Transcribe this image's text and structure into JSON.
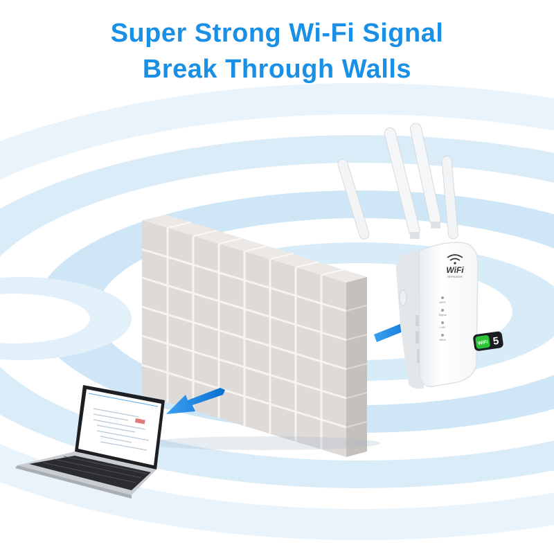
{
  "headline": {
    "line1": "Super Strong Wi-Fi Signal",
    "line2": "Break Through Walls"
  },
  "device": {
    "logo_text": "WiFi",
    "logo_subtext": "REPEATER",
    "badge_text": "WiFi",
    "badge_number": "5",
    "indicator_labels": [
      "WPS",
      "Signal",
      "LAN",
      "WAN"
    ]
  },
  "colors": {
    "headline": "#1a8fe6",
    "signal_ring": "#cfe6f7",
    "arrow": "#1f86e0",
    "wall_brick": "#d9d5d2",
    "wall_mortar": "#f4f2f0",
    "badge_green": "#2bc236"
  },
  "icons": {
    "signal": "wifi-waves",
    "direction": "arrow-left"
  }
}
